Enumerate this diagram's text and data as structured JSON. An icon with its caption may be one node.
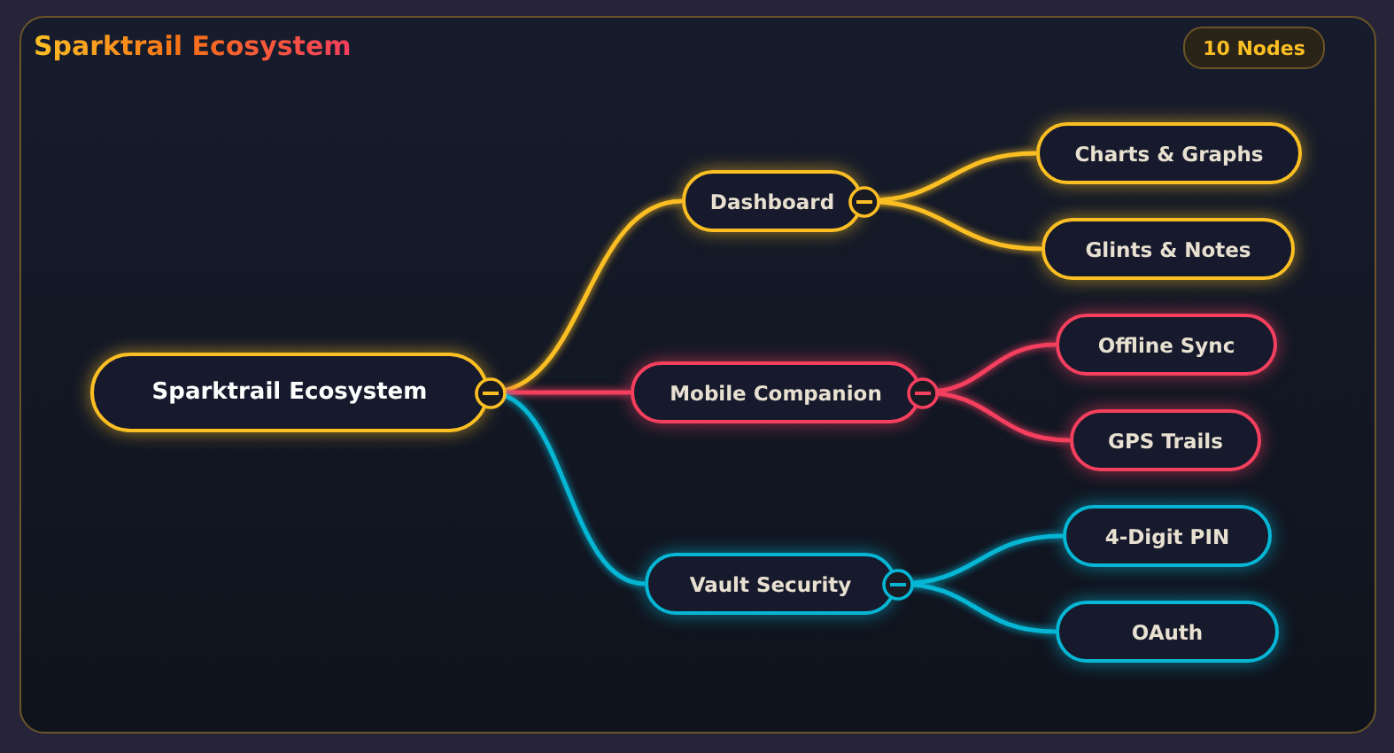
{
  "diagram": {
    "title": "Sparktrail Ecosystem",
    "nodes": [
      {
        "text": [
          "Sparktrail Ecosystem"
        ]
      },
      {
        "text": [
          "Dashboard"
        ]
      },
      {
        "text": [
          "Charts & Graphs"
        ]
      },
      {
        "text": [
          "Glints & Notes"
        ]
      },
      {
        "text": [
          "Mobile Companion"
        ]
      },
      {
        "text": [
          "Offline Sync"
        ]
      },
      {
        "text": [
          "GPS Trails"
        ]
      },
      {
        "text": [
          "Vault Security"
        ]
      },
      {
        "text": [
          "4-Digit PIN"
        ]
      },
      {
        "text": [
          "OAuth"
        ]
      }
    ],
    "edges": [
      {
        "from": 0,
        "to": 1,
        "arrow": "none"
      },
      {
        "from": 1,
        "to": 2,
        "arrow": "none"
      },
      {
        "from": 1,
        "to": 3,
        "arrow": "none"
      },
      {
        "from": 0,
        "to": 4,
        "arrow": "none",
        "color": "#f43f5e"
      },
      {
        "from": 4,
        "to": 5,
        "arrow": "none",
        "color": "#f43f5e"
      },
      {
        "from": 4,
        "to": 6,
        "arrow": "none",
        "color": "#f43f5e"
      },
      {
        "from": 0,
        "to": 7,
        "arrow": "none",
        "color": "#06b6d4"
      },
      {
        "from": 7,
        "to": 8,
        "arrow": "none",
        "color": "#06b6d4"
      },
      {
        "from": 7,
        "to": 9,
        "arrow": "none",
        "color": "#06b6d4"
      }
    ],
    "labels": [
      "10 Nodes"
    ]
  }
}
